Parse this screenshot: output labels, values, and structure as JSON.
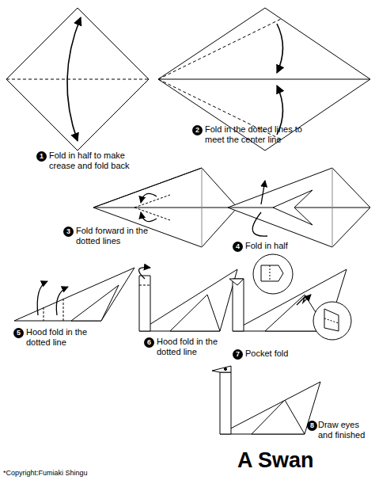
{
  "diagram": {
    "title": "A Swan",
    "labels": [
      "1",
      "Fold in half to make crease and fold back",
      "2",
      "Fold in the dotted lines to meet the center line",
      "3",
      "Fold forward in the dotted lines",
      "4",
      "Fold in half",
      "5",
      "Hood fold in the dotted line",
      "6",
      "Hood fold in the dotted line",
      "7",
      "Pocket fold",
      "8",
      "Draw eyes and finished",
      "*Copyright:Fumiaki Shingu"
    ]
  }
}
